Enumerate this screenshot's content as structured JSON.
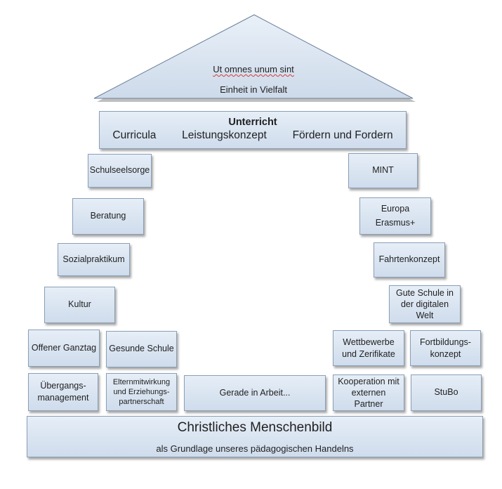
{
  "roof": {
    "motto": "Ut omnes unum sint",
    "subtitle": "Einheit in Vielfalt"
  },
  "unterricht": {
    "title": "Unterricht",
    "items": [
      "Curricula",
      "Leistungskonzept",
      "Fördern und Fordern"
    ]
  },
  "left_column": {
    "schulseelsorge": "Schulseelsorge",
    "beratung": "Beratung",
    "sozialpraktikum": "Sozialpraktikum",
    "kultur": "Kultur",
    "offener_ganztag": "Offener Ganztag",
    "gesunde_schule": "Gesunde Schule",
    "uebergang_1": "Übergangs-",
    "uebergang_2": "management",
    "eltern_1": "Elternmitwirkung",
    "eltern_2": "und Erziehungs-",
    "eltern_3": "partnerschaft"
  },
  "center": {
    "gerade": "Gerade in Arbeit..."
  },
  "right_column": {
    "mint": "MINT",
    "europa_1": "Europa",
    "europa_2": "Erasmus+",
    "fahrten": "Fahrtenkonzept",
    "digital_1": "Gute Schule in",
    "digital_2": "der digitalen",
    "digital_3": "Welt",
    "wett_1": "Wettbewerbe",
    "wett_2": "und Zerifikate",
    "fort_1": "Fortbildungs-",
    "fort_2": "konzept",
    "koop_1": "Kooperation mit",
    "koop_2": "externen",
    "koop_3": "Partner",
    "stubo": "StuBo"
  },
  "base": {
    "title": "Christliches Menschenbild",
    "subtitle": "als Grundlage unseres pädagogischen Handelns"
  }
}
